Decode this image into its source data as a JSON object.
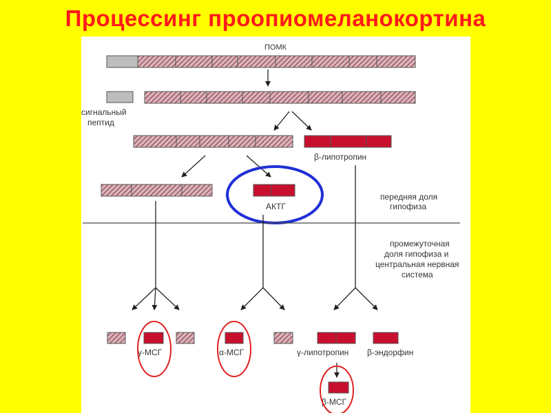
{
  "title": "Процессинг  проопиомеланокортина",
  "labels": {
    "pomc": "ПОМК",
    "signal_peptide_1": "сигнальный",
    "signal_peptide_2": "пептид",
    "beta_lipotropin": "β-липотропин",
    "acth": "АКТГ",
    "anterior_pituitary_1": "передняя доля",
    "anterior_pituitary_2": "гипофиза",
    "intermediate_1": "промежуточная",
    "intermediate_2": "доля гипофиза и",
    "intermediate_3": "центральная нервная",
    "intermediate_4": "система",
    "gamma_msh": "γ-МСГ",
    "alpha_msh": "α-МСГ",
    "gamma_lipotropin": "γ-липотропин",
    "beta_endorphin": "β-эндорфин",
    "beta_msh": "β-МСГ"
  },
  "colors": {
    "background": "#ffff00",
    "title": "#ff1a1a",
    "hatched_segment": "#b98590",
    "solid_segment": "#c8102e",
    "signal_segment": "#bdbdbd",
    "acth_highlight": "#1f2fd6",
    "msh_highlight": "#e02020"
  }
}
